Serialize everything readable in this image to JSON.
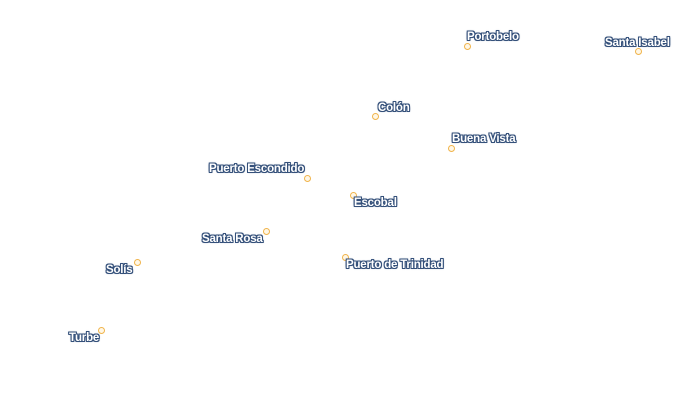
{
  "map": {
    "places": [
      {
        "id": "portobelo",
        "name": "Portobelo"
      },
      {
        "id": "santa-isabel",
        "name": "Santa Isabel"
      },
      {
        "id": "colon",
        "name": "Colón"
      },
      {
        "id": "buena-vista",
        "name": "Buena Vista"
      },
      {
        "id": "puerto-escondido",
        "name": "Puerto Escondido"
      },
      {
        "id": "escobal",
        "name": "Escobal"
      },
      {
        "id": "santa-rosa",
        "name": "Santa Rosa"
      },
      {
        "id": "puerto-de-trinidad",
        "name": "Puerto de Trinidad"
      },
      {
        "id": "solis",
        "name": "Solís"
      },
      {
        "id": "turbe",
        "name": "Turbe"
      }
    ],
    "colors": {
      "marker_stroke": "#f0b44c",
      "label_fill": "#ffffff",
      "label_halo": "#34507a"
    }
  }
}
